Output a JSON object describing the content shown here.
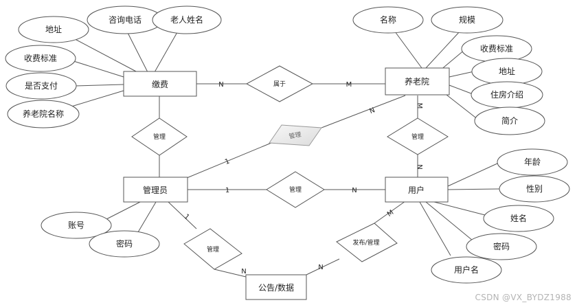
{
  "entities": {
    "payment": "缴费",
    "nursing_home": "养老院",
    "admin": "管理员",
    "user": "用户",
    "notice": "公告/数据"
  },
  "relationships": {
    "belongs": "属于",
    "manage_left": "管理",
    "manage_diag": "管理",
    "manage_right": "管理",
    "manage_mid": "管理",
    "manage_bottom": "管理",
    "publish": "发布/管理"
  },
  "attributes": {
    "payment": {
      "address": "地址",
      "phone": "咨询电话",
      "elder_name": "老人姓名",
      "fee_standard": "收费标准",
      "paid": "是否支付",
      "home_name": "养老院名称"
    },
    "nursing_home": {
      "name": "名称",
      "scale": "规模",
      "fee_standard": "收费标准",
      "address": "地址",
      "housing": "住房介绍",
      "intro": "简介"
    },
    "admin": {
      "account": "账号",
      "password": "密码"
    },
    "user": {
      "age": "年龄",
      "gender": "性别",
      "name": "姓名",
      "password": "密码",
      "username": "用户名"
    }
  },
  "cardinalities": {
    "payment_belongs": "N",
    "belongs_home": "M",
    "diag_home": "N",
    "diag_admin": "1",
    "home_right": "M",
    "right_user": "N",
    "admin_mid": "1",
    "mid_user": "N",
    "admin_bottom": "1",
    "bottom_notice": "N",
    "notice_publish": "N",
    "publish_user": "M"
  },
  "watermark": "CSDN @VX_BYDZ1988"
}
